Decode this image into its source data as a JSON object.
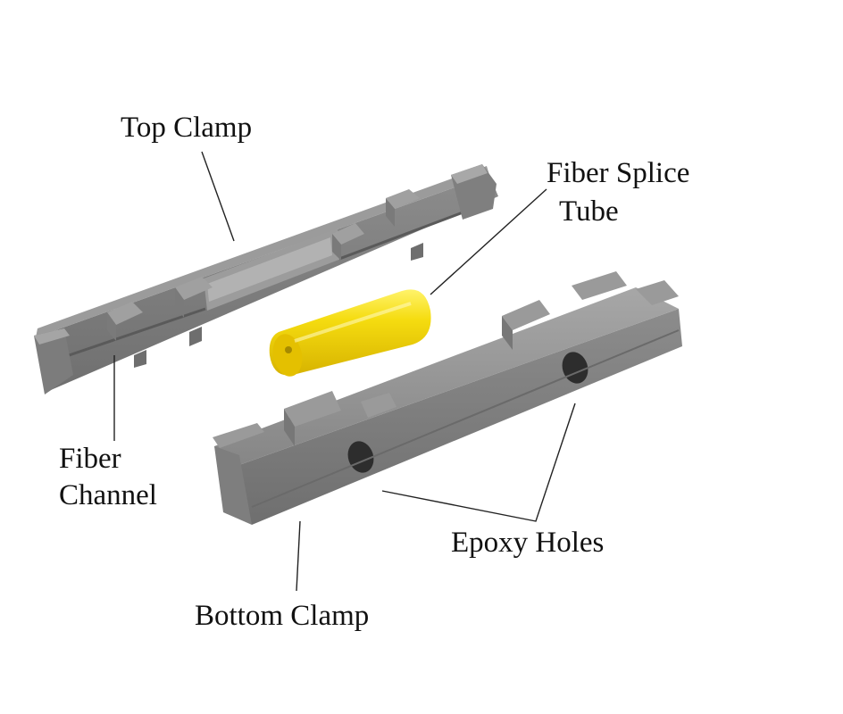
{
  "labels": {
    "top_clamp": "Top Clamp",
    "fiber_splice_tube_line1": "Fiber Splice",
    "fiber_splice_tube_line2": "Tube",
    "fiber_channel_line1": "Fiber",
    "fiber_channel_line2": "Channel",
    "epoxy_holes": "Epoxy Holes",
    "bottom_clamp": "Bottom Clamp"
  },
  "colors": {
    "background": "#ffffff",
    "clamp_gray": "#8a8a8a",
    "tube_yellow": "#f2d40a"
  }
}
